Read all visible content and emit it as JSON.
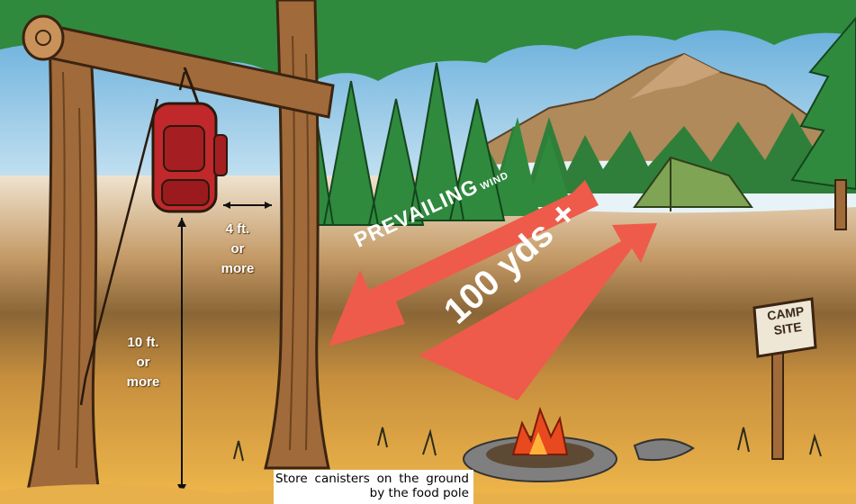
{
  "clearance": {
    "line1": "4 ft.",
    "line2": "or",
    "line3": "more"
  },
  "height": {
    "line1": "10 ft.",
    "line2": "or",
    "line3": "more"
  },
  "wind": {
    "main": "PREVAILING",
    "small": "WIND"
  },
  "distance": "100 yds +",
  "sign": {
    "line1": "CAMP",
    "line2": "SITE"
  },
  "caption": "Store canisters on the ground by the food pole",
  "colors": {
    "sky": "#7fb6dc",
    "trees": "#2f8a3e",
    "ground": "#e6a53a",
    "trunk": "#a06a3a",
    "arrow": "#ee5b4b",
    "backpack": "#c0282b",
    "tent": "#7fa454",
    "fire": "#e8491e"
  }
}
